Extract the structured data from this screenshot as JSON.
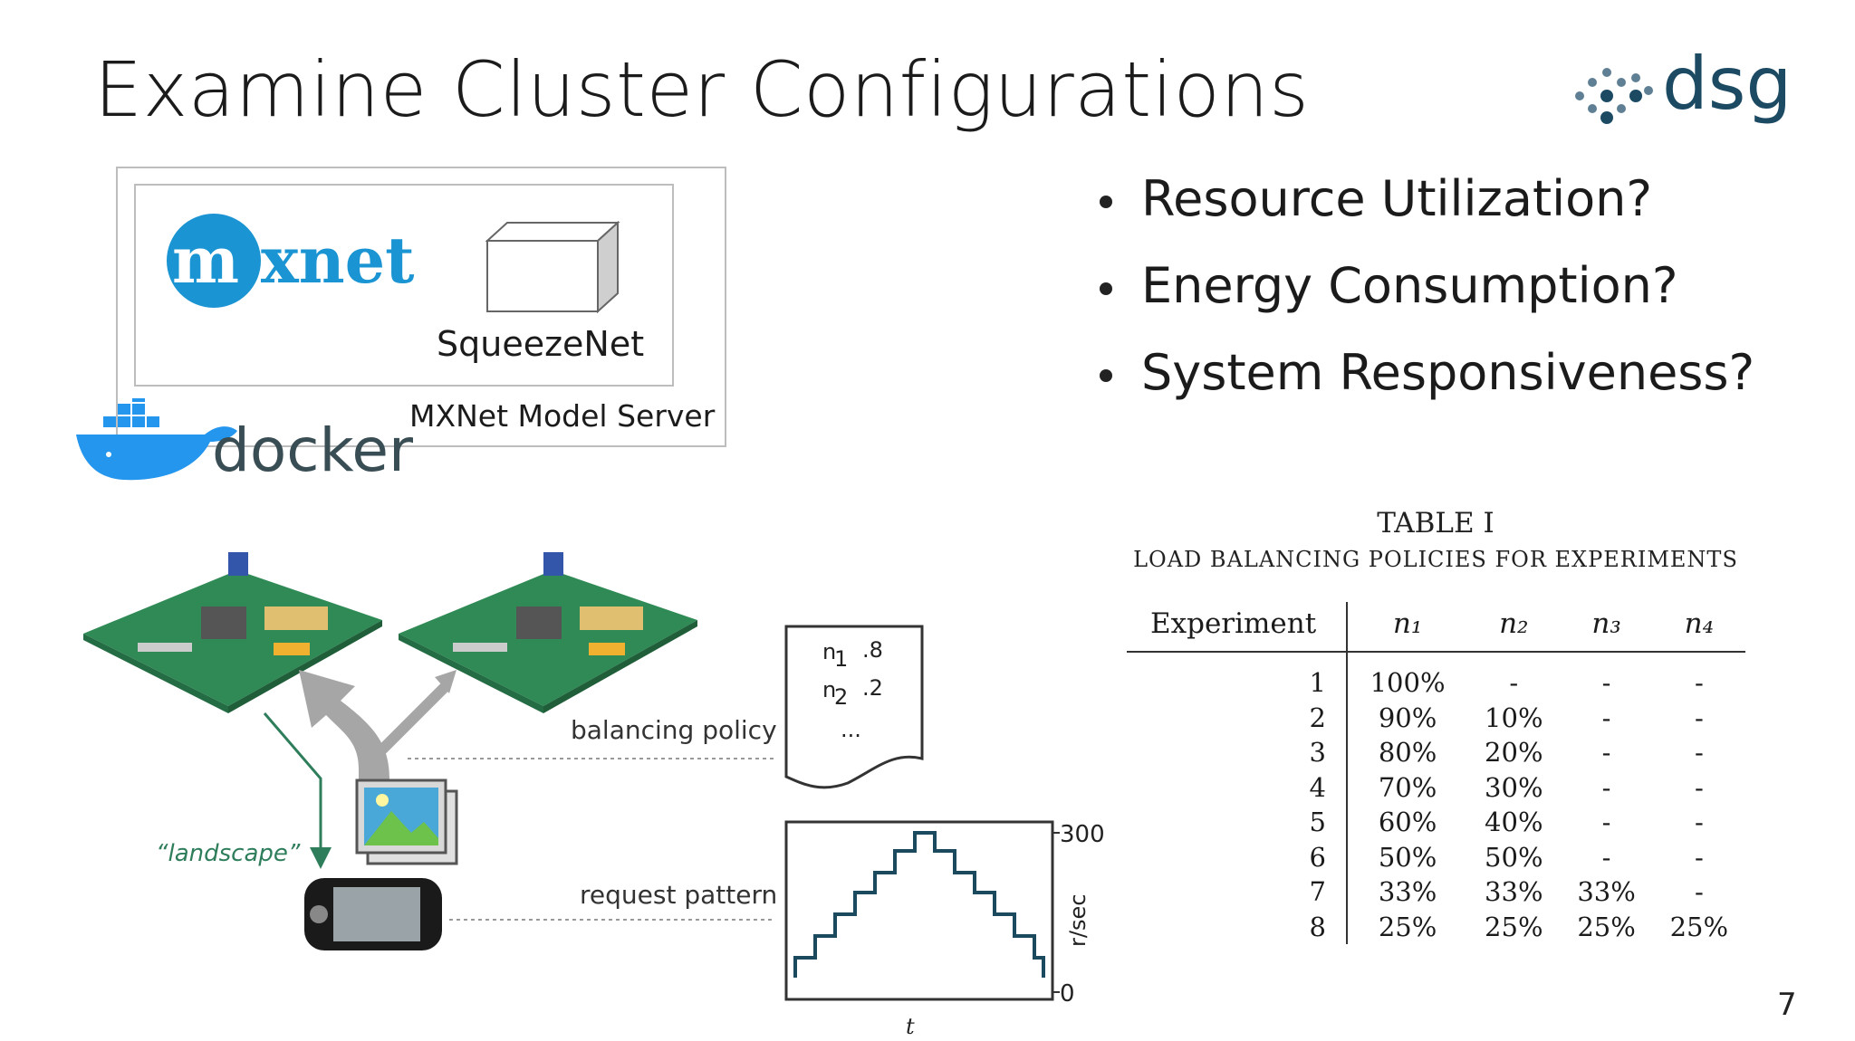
{
  "slide": {
    "title": "Examine Cluster Configurations",
    "page_number": "7",
    "logo_text": "dsg"
  },
  "bullets": [
    "Resource Utilization?",
    "Energy Consumption?",
    "System Responsiveness?"
  ],
  "diagram": {
    "mxnet_logo_text": "mxnet",
    "model_label": "SqueezeNet",
    "server_label": "MXNet Model Server",
    "docker_logo_text": "docker",
    "balancing_label": "balancing policy",
    "request_label": "request pattern",
    "landscape_label": "“landscape”",
    "policy_doc": {
      "row1_label": "n",
      "row1_sub": "1",
      "row1_value": ".8",
      "row2_label": "n",
      "row2_sub": "2",
      "row2_value": ".2",
      "ellipsis": "..."
    },
    "rate_chart": {
      "y_top_label": "300",
      "y_bottom_label": "0",
      "y_axis_label": "r/sec",
      "x_axis_label": "t"
    }
  },
  "table": {
    "caption_title": "TABLE I",
    "caption_subtitle": "LOAD BALANCING POLICIES FOR EXPERIMENTS",
    "headers": [
      "Experiment",
      "n₁",
      "n₂",
      "n₃",
      "n₄"
    ],
    "rows": [
      [
        "1",
        "100%",
        "-",
        "-",
        "-"
      ],
      [
        "2",
        "90%",
        "10%",
        "-",
        "-"
      ],
      [
        "3",
        "80%",
        "20%",
        "-",
        "-"
      ],
      [
        "4",
        "70%",
        "30%",
        "-",
        "-"
      ],
      [
        "5",
        "60%",
        "40%",
        "-",
        "-"
      ],
      [
        "6",
        "50%",
        "50%",
        "-",
        "-"
      ],
      [
        "7",
        "33%",
        "33%",
        "33%",
        "-"
      ],
      [
        "8",
        "25%",
        "25%",
        "25%",
        "25%"
      ]
    ]
  },
  "colors": {
    "mxnet_blue": "#1a94d2",
    "docker_blue": "#2496ed",
    "dsg_navy": "#1c4a63",
    "board_green": "#2f8a55",
    "arrow_gray": "#a6a6a6",
    "landscape_green": "#2e7d5b"
  },
  "icons": [
    "dsg-logo-icon",
    "mxnet-logo-icon",
    "model-box-icon",
    "docker-whale-icon",
    "motherboard-icon",
    "image-icon",
    "phone-icon",
    "document-icon"
  ]
}
